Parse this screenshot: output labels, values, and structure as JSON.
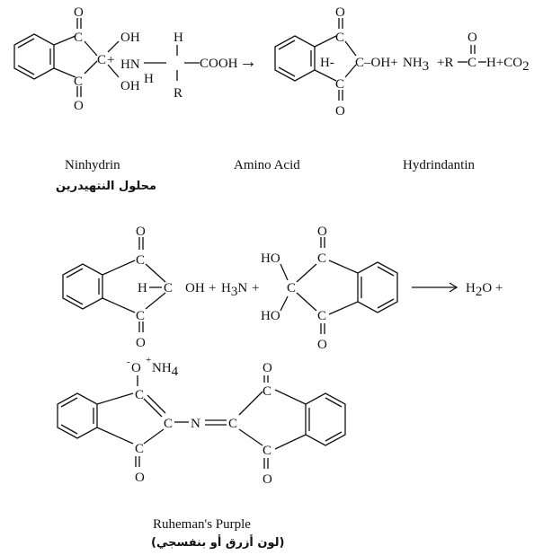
{
  "reaction1": {
    "ninhydrin": {
      "o_top": "O",
      "c_top": "C",
      "c_right": "C",
      "plus": "+",
      "oh_top": "OH",
      "oh_bottom": "OH",
      "c_bottom": "C",
      "o_bottom": "O"
    },
    "amino_acid": {
      "hn": "HN",
      "h_on_n": "H",
      "h_top": "H",
      "cooh": "COOH",
      "r": "R"
    },
    "arrow": "→",
    "hydrindantin": {
      "o_top": "O",
      "c_top": "C",
      "h_c": "H-",
      "c_right": "C",
      "oh_plus": "–OH+",
      "c_bottom": "C",
      "o_bottom": "O"
    },
    "nh3": "NH",
    "nh3_sub": "3",
    "aldehyde": {
      "plus_r": "+R",
      "c": "C",
      "o": "O",
      "h_plus": "H+CO",
      "co2_sub": "2"
    }
  },
  "captions": {
    "ninhydrin": "Ninhydrin",
    "ninhydrin_arabic": "محلول النتهيدرين",
    "amino_acid": "Amino Acid",
    "hydrindantin": "Hydrindantin"
  },
  "reaction2": {
    "reactant1": {
      "o_top": "O",
      "c_top": "C",
      "h_c": "H",
      "c_right": "C",
      "oh": "OH",
      "plus": "+",
      "c_bottom": "C",
      "o_bottom": "O"
    },
    "h3n": "H",
    "h3n_sub": "3",
    "h3n_n": "N",
    "plus2": "+",
    "reactant2": {
      "o_top": "O",
      "c_top": "C",
      "ho_top": "HO",
      "c_left": "C",
      "ho_bottom": "HO",
      "c_bottom": "C",
      "o_bottom": "O"
    },
    "product_h2o": "H",
    "product_h2o_sub": "2",
    "product_h2o_o": "O +"
  },
  "purple": {
    "o_minus": "O",
    "minus": "-",
    "plus": "+",
    "nh4": "NH",
    "nh4_sub": "4",
    "c_top_left": "C",
    "c_right_left": "C",
    "n": "N",
    "equals": "=",
    "c_center": "C",
    "c_bottom_left": "C",
    "o_bottom_left": "O",
    "o_top_right": "O",
    "c_top_right": "C",
    "c_bottom_right": "C",
    "o_bottom_right": "O",
    "caption": "Ruheman's Purple",
    "caption_arabic": "(لون أزرق أو بنفسجي)"
  }
}
